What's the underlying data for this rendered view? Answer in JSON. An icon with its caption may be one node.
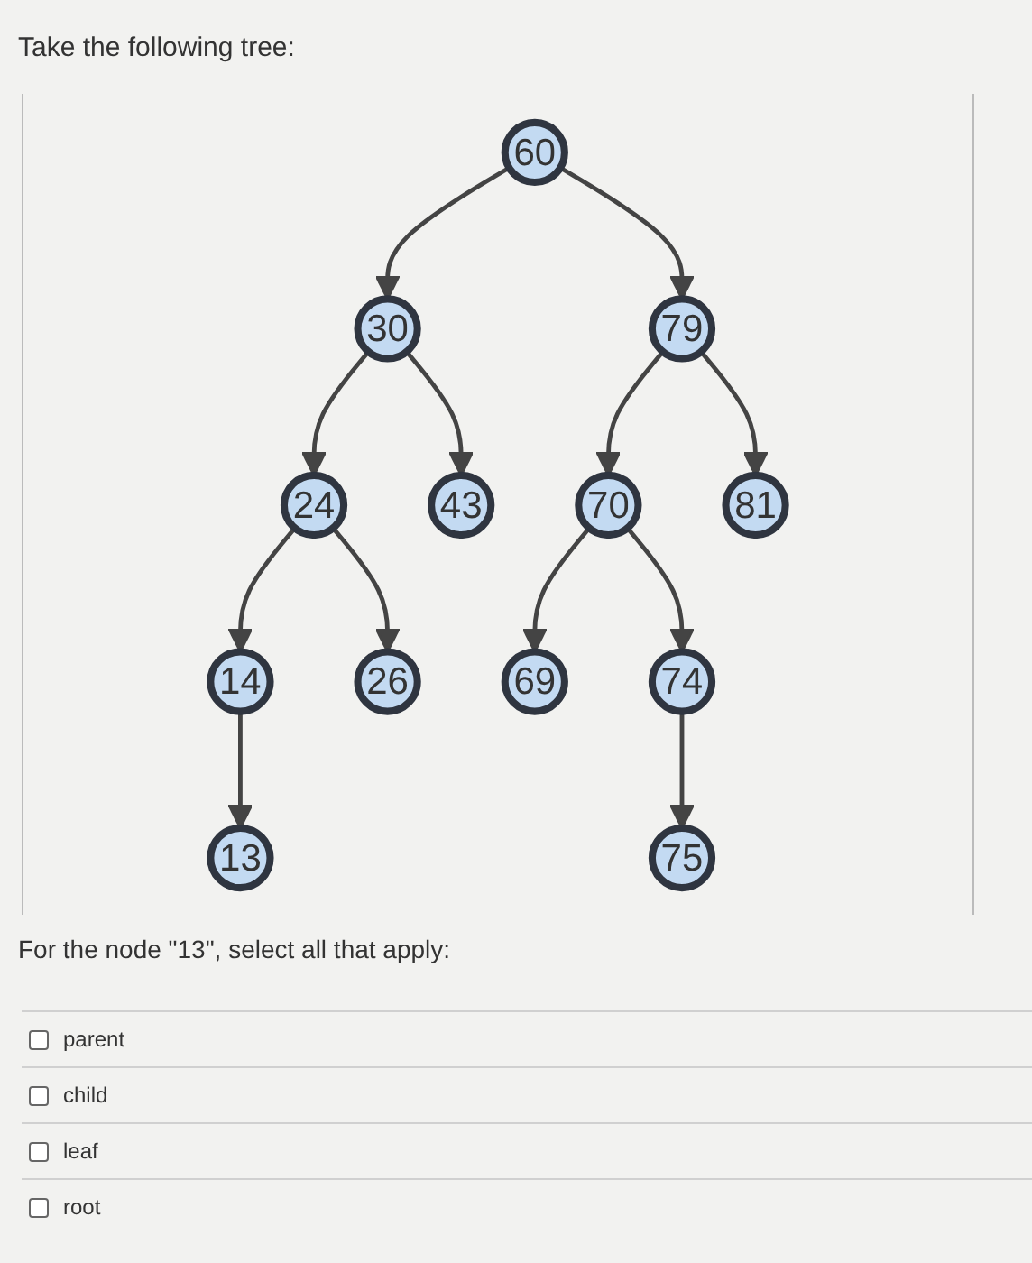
{
  "diagram": {
    "title": "Take the following tree:",
    "nodes": [
      {
        "text": [
          "60"
        ]
      },
      {
        "text": [
          "30"
        ]
      },
      {
        "text": [
          "79"
        ]
      },
      {
        "text": [
          "24"
        ]
      },
      {
        "text": [
          "43"
        ]
      },
      {
        "text": [
          "70"
        ]
      },
      {
        "text": [
          "81"
        ]
      },
      {
        "text": [
          "14"
        ]
      },
      {
        "text": [
          "26"
        ]
      },
      {
        "text": [
          "69"
        ]
      },
      {
        "text": [
          "74"
        ]
      },
      {
        "text": [
          "13"
        ]
      },
      {
        "text": [
          "75"
        ]
      }
    ],
    "edges": [
      {
        "from": 0,
        "to": 1,
        "arrow": "to"
      },
      {
        "from": 0,
        "to": 2,
        "arrow": "to"
      },
      {
        "from": 1,
        "to": 3,
        "arrow": "to"
      },
      {
        "from": 1,
        "to": 4,
        "arrow": "to"
      },
      {
        "from": 2,
        "to": 5,
        "arrow": "to"
      },
      {
        "from": 2,
        "to": 6,
        "arrow": "to"
      },
      {
        "from": 3,
        "to": 7,
        "arrow": "to"
      },
      {
        "from": 3,
        "to": 8,
        "arrow": "to"
      },
      {
        "from": 5,
        "to": 9,
        "arrow": "to"
      },
      {
        "from": 5,
        "to": 10,
        "arrow": "to"
      },
      {
        "from": 7,
        "to": 11,
        "arrow": "to"
      },
      {
        "from": 10,
        "to": 12,
        "arrow": "to"
      }
    ],
    "labels": [
      "For the node \"13\", select all that apply:",
      "parent",
      "child",
      "leaf",
      "root"
    ]
  }
}
